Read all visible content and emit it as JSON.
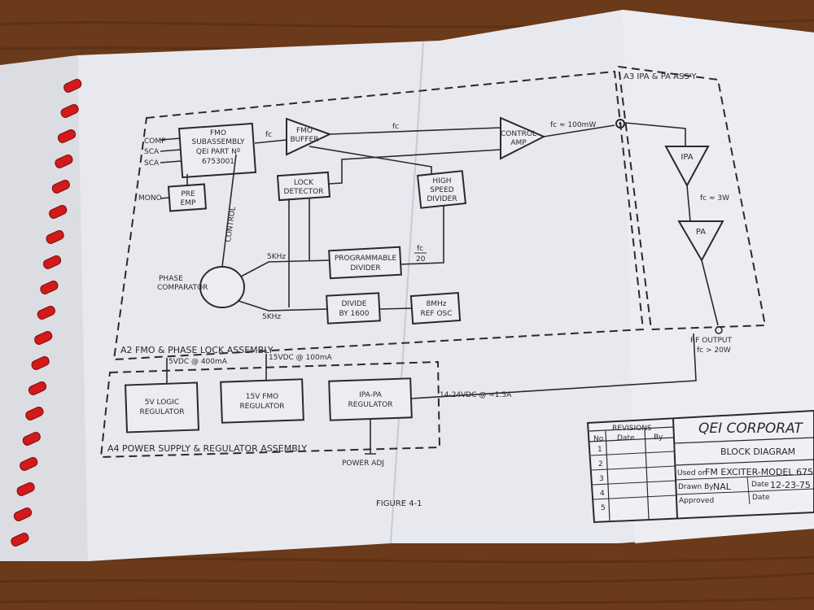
{
  "diagram": {
    "blocks": {
      "fmo_sub": [
        "FMO",
        "SUBASSEMBLY",
        "QEI PART Nº",
        "6753001"
      ],
      "fmo_buffer": [
        "FMO",
        "BUFFER"
      ],
      "control_amp": [
        "CONTROL",
        "AMP"
      ],
      "lock_detector": [
        "LOCK",
        "DETECTOR"
      ],
      "hs_divider": [
        "HIGH",
        "SPEED",
        "DIVIDER"
      ],
      "pre_emp": [
        "PRE",
        "EMP"
      ],
      "prog_divider": [
        "PROGRAMMABLE",
        "DIVIDER"
      ],
      "phase_comp": [
        "PHASE",
        "COMPARATOR"
      ],
      "divide1600": [
        "DIVIDE",
        "BY 1600"
      ],
      "ref_osc": [
        "8MHz",
        "REF OSC"
      ],
      "ipa": "IPA",
      "pa": "PA",
      "reg5v": [
        "5V LOGIC",
        "REGULATOR"
      ],
      "reg15v": [
        "15V FMO",
        "REGULATOR"
      ],
      "regipa": [
        "IPA-PA",
        "REGULATOR"
      ]
    },
    "inputs": {
      "comp": "COMP",
      "sca1": "SCA",
      "sca2": "SCA",
      "mono": "MONO"
    },
    "labels": {
      "fc1": "fc",
      "fc2": "fc",
      "fc_100mw": "fc ≈ 100mW",
      "fc_3w": "fc ≈ 3W",
      "fc20_num": "fc",
      "fc20_den": "20",
      "control": "CONTROL",
      "khz1": "5KHz",
      "khz2": "5KHz",
      "v5": "5VDC @ 400mA",
      "v15": "15VDC @ 100mA",
      "v1424": "14-24VDC @ ≈1.5A",
      "power_adj": "POWER ADJ",
      "rf_output": "RF OUTPUT",
      "rf_fc": "fc > 20W"
    },
    "assemblies": {
      "a2": "A2 FMO & PHASE LOCK ASSEMBLY",
      "a3": "A3 IPA & PA ASS'Y",
      "a4": "A4 POWER SUPPLY & REGULATOR ASSEMBLY"
    },
    "figure": "FIGURE 4-1"
  },
  "title_block": {
    "revisions": "REVISIONS",
    "cols": [
      "No",
      "Date",
      "By"
    ],
    "rows": [
      "1",
      "2",
      "3",
      "4",
      "5"
    ],
    "company": "QEI CORPORAT",
    "doc_title": "BLOCK DIAGRAM",
    "used_on_label": "Used on",
    "used_on": "FM EXCITER-MODEL 675",
    "drawn_by_label": "Drawn By",
    "drawn_by": "NAL",
    "date_label": "Date",
    "date": "12-23-75",
    "approved_label": "Approved",
    "date2_label": "Date"
  },
  "colors": {
    "paper": "#e8e9ef",
    "ink": "#2a2a2e",
    "wood": "#6b3a1a",
    "binding": "#d21a1a"
  }
}
